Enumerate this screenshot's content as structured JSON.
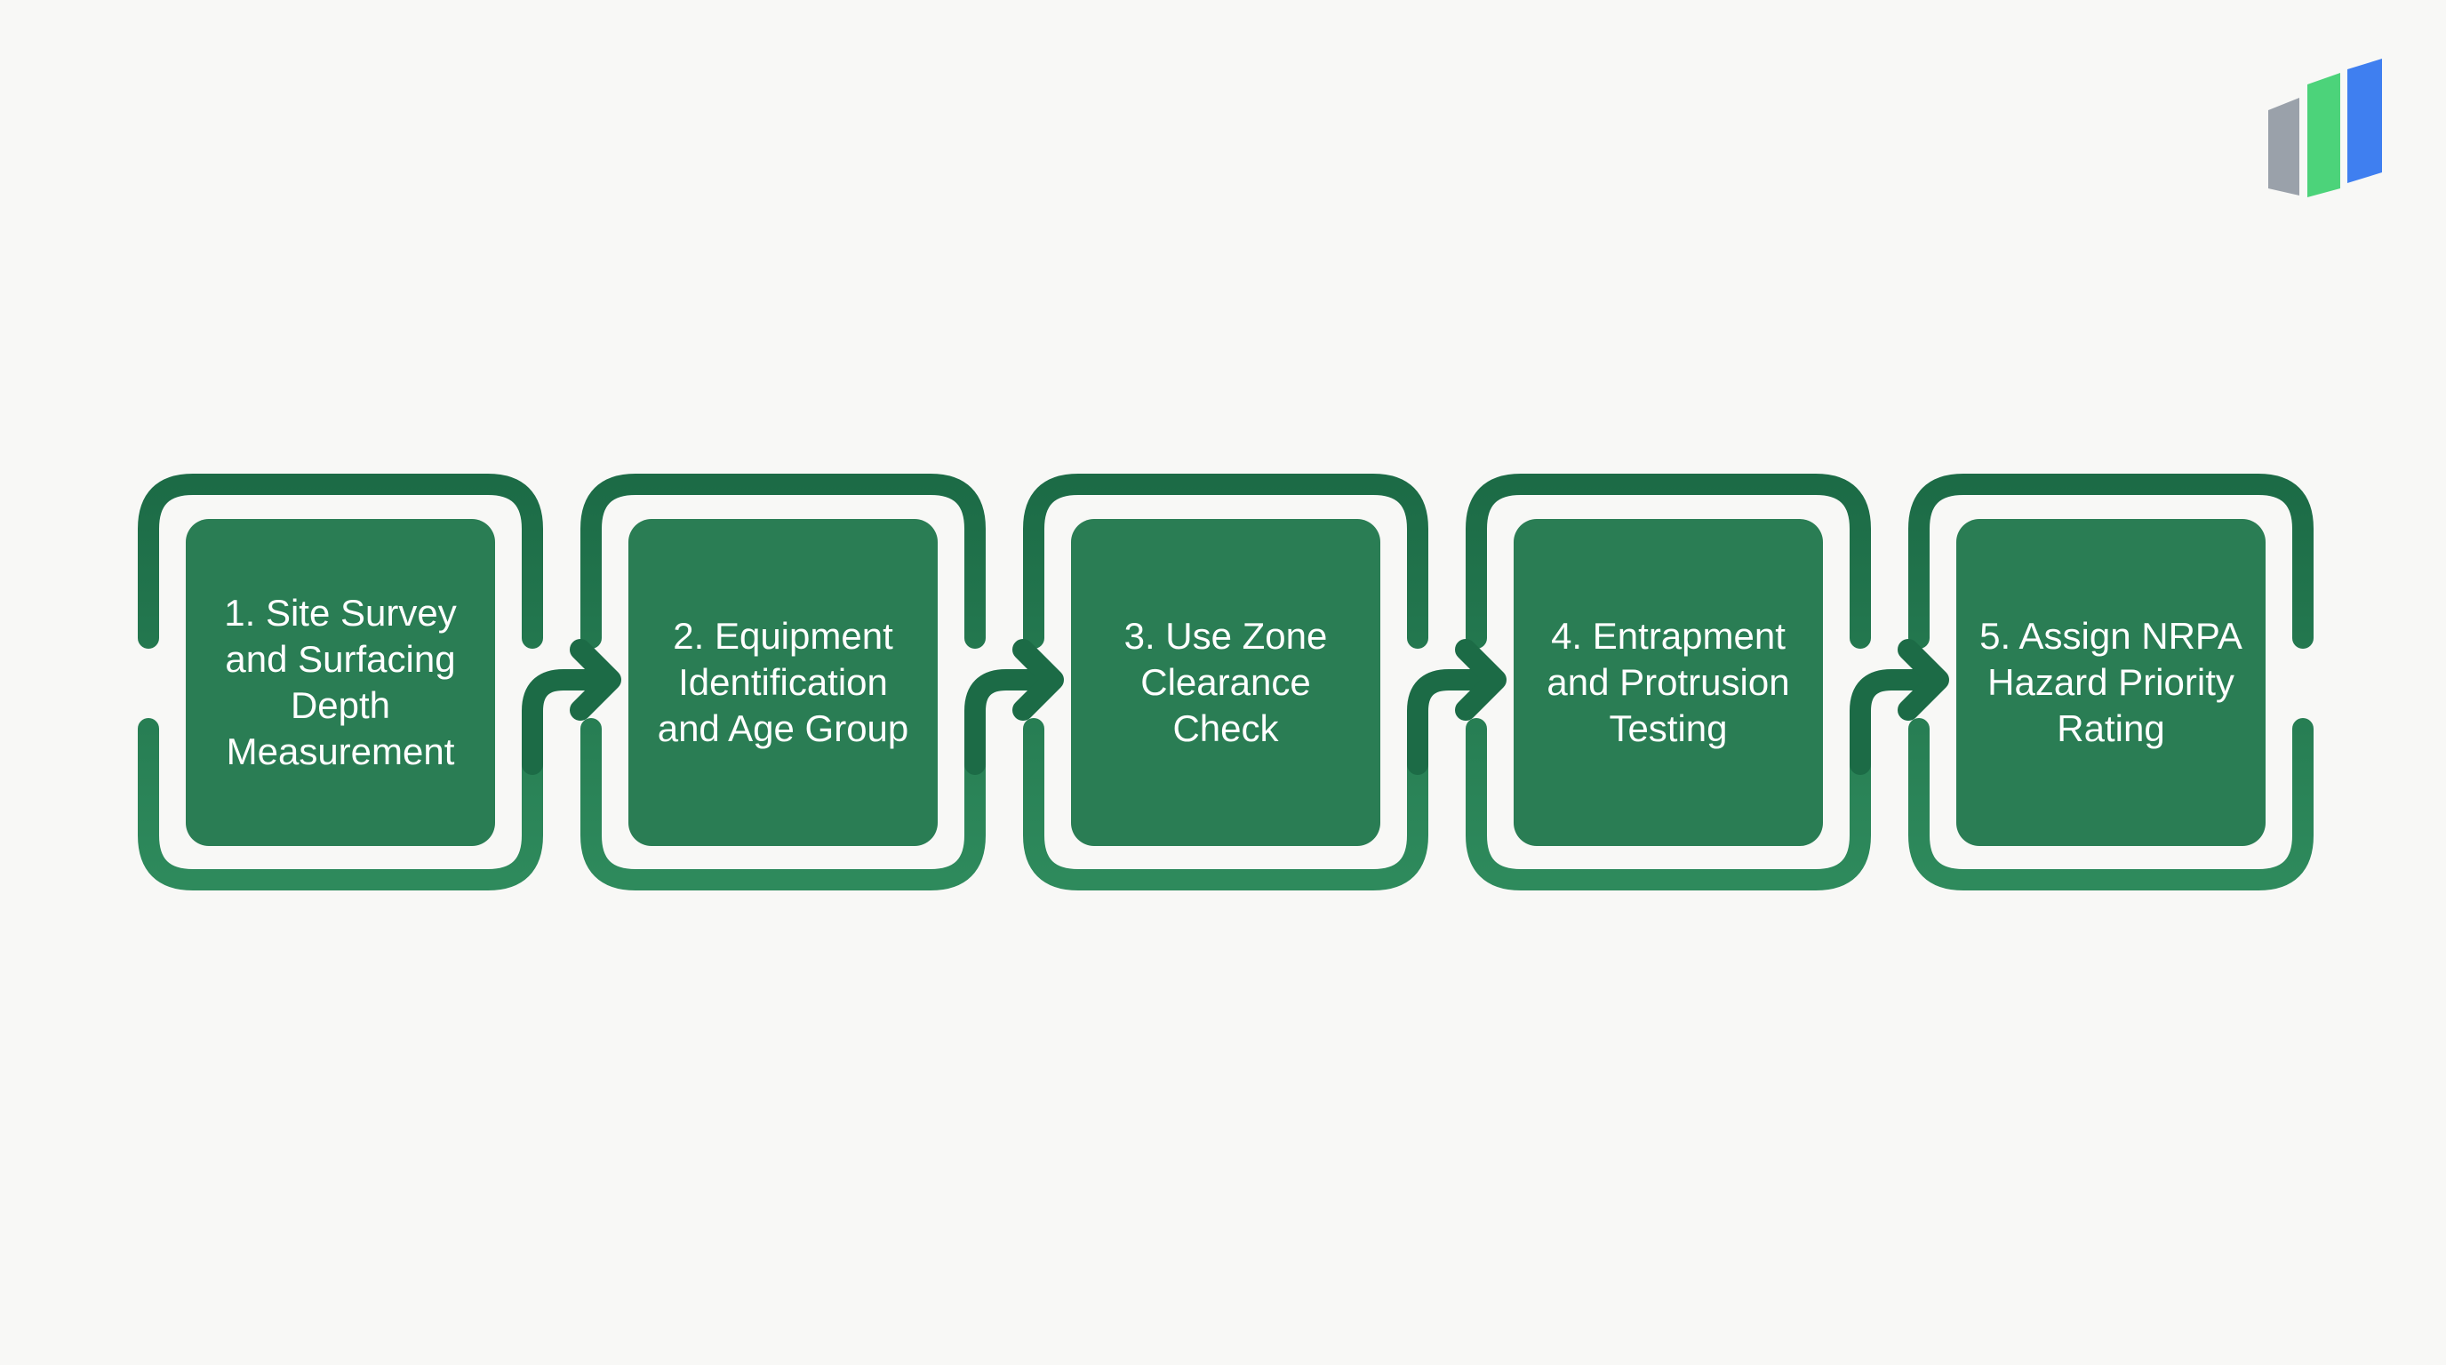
{
  "colors": {
    "background": "#f8f8f6",
    "frame_dark": "#1c6b46",
    "frame_light": "#2e8a5c",
    "box_fill": "#2a7d54",
    "label_text": "#ffffff",
    "logo_gray": "#9aa1aa",
    "logo_green": "#4cd37a",
    "logo_blue": "#3f7ff0"
  },
  "logo": {
    "icon": "bar-chart-logo-icon"
  },
  "process": {
    "connector_icon": "arrow-right-icon",
    "steps": [
      {
        "label": "1. Site Survey\nand Surfacing\nDepth\nMeasurement"
      },
      {
        "label": "2. Equipment\nIdentification\nand Age Group"
      },
      {
        "label": "3. Use Zone\nClearance\nCheck"
      },
      {
        "label": "4. Entrapment\nand Protrusion\nTesting"
      },
      {
        "label": "5. Assign NRPA\nHazard Priority\nRating"
      }
    ]
  }
}
